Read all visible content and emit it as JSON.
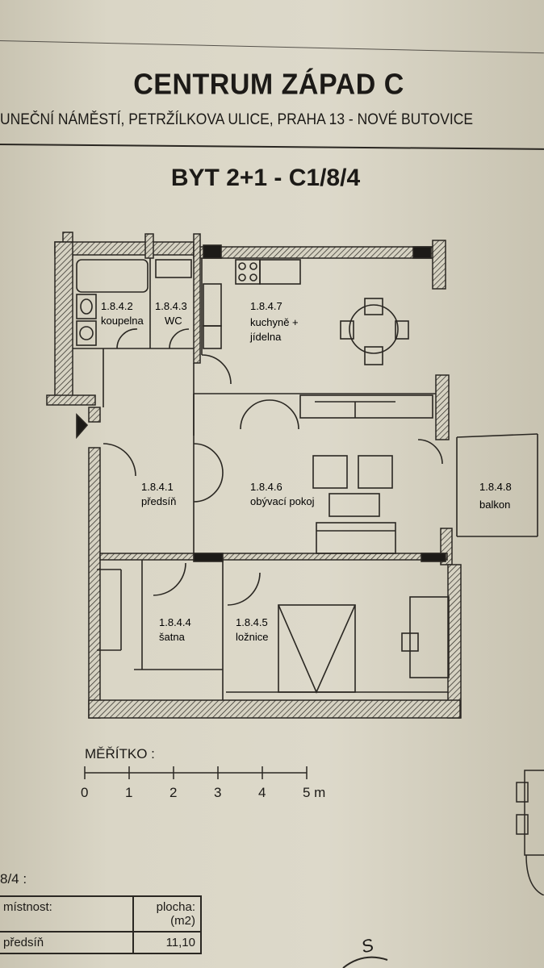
{
  "header": {
    "title": "CENTRUM ZÁPAD C",
    "address": "UNEČNÍ NÁMĚSTÍ, PETRŽÍLKOVA ULICE, PRAHA 13 - NOVÉ BUTOVICE",
    "flat": "BYT 2+1  -  C1/8/4"
  },
  "rooms": [
    {
      "code": "1.8.4.1",
      "name": "předsíň"
    },
    {
      "code": "1.8.4.2",
      "name": "koupelna"
    },
    {
      "code": "1.8.4.3",
      "name": "WC"
    },
    {
      "code": "1.8.4.4",
      "name": "šatna"
    },
    {
      "code": "1.8.4.5",
      "name": "ložnice"
    },
    {
      "code": "1.8.4.6",
      "name": "obývací pokoj"
    },
    {
      "code": "1.8.4.7",
      "name": "kuchyně +",
      "name2": "jídelna"
    },
    {
      "code": "1.8.4.8",
      "name": "balkon"
    }
  ],
  "scale": {
    "title": "MĚŘÍTKO :",
    "ticks": [
      "0",
      "1",
      "2",
      "3",
      "4",
      "5 m"
    ]
  },
  "area_table": {
    "caption": "8/4 :",
    "headers": {
      "room": "místnost:",
      "area": "plocha:",
      "area_unit": "(m2)"
    },
    "rows": [
      {
        "room": "předsíň",
        "area": "11,10"
      }
    ]
  },
  "compass": {
    "label": "S"
  }
}
